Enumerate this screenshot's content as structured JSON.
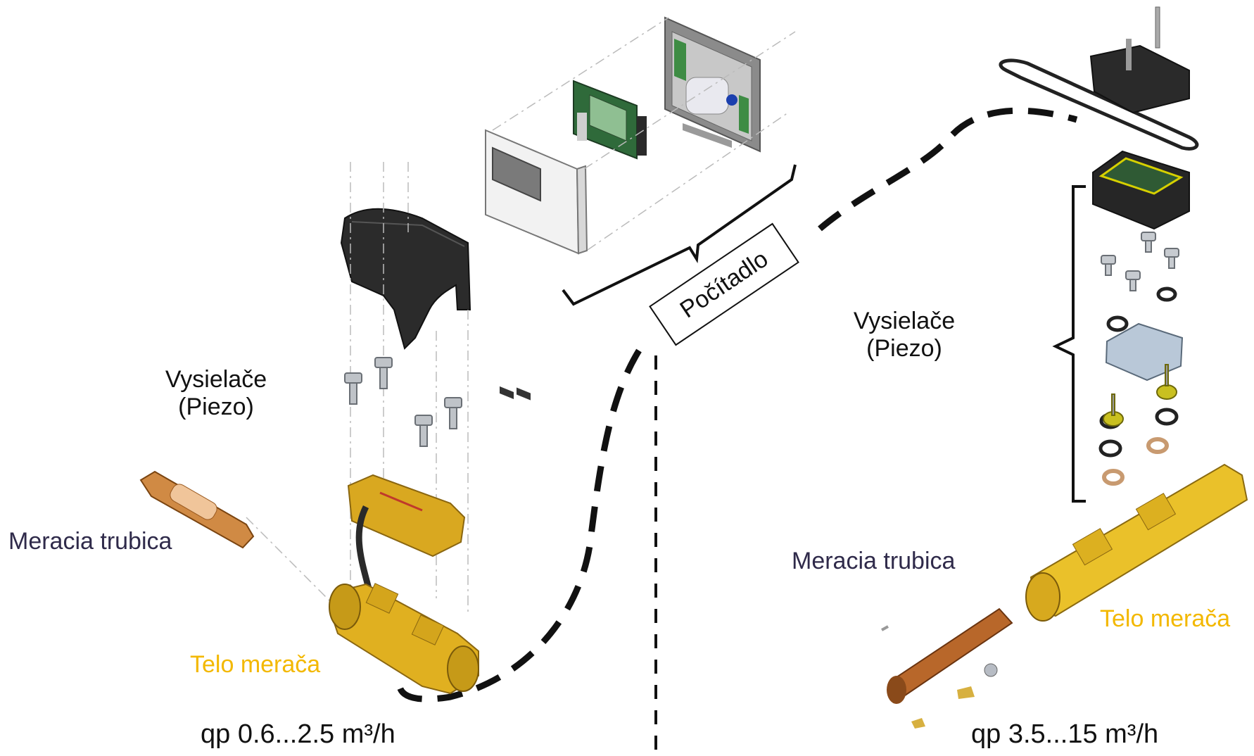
{
  "labels": {
    "left_transmitters_line1": "Vysielače",
    "left_transmitters_line2": "(Piezo)",
    "left_measuring_tube": "Meracia trubica",
    "left_meter_body": "Telo merača",
    "left_flow_range": "qp 0.6...2.5 m³/h",
    "counter": "Počítadlo",
    "right_transmitters_line1": "Vysielače",
    "right_transmitters_line2": "(Piezo)",
    "right_measuring_tube": "Meracia trubica",
    "right_meter_body": "Telo merača",
    "right_flow_range": "qp 3.5...15 m³/h"
  },
  "colors": {
    "label_dark": "#111111",
    "label_purple": "#2f2a4a",
    "label_gold": "#f3b800",
    "brass": "#e0b020",
    "copper": "#c8782a",
    "black_housing": "#2a2a2a"
  }
}
